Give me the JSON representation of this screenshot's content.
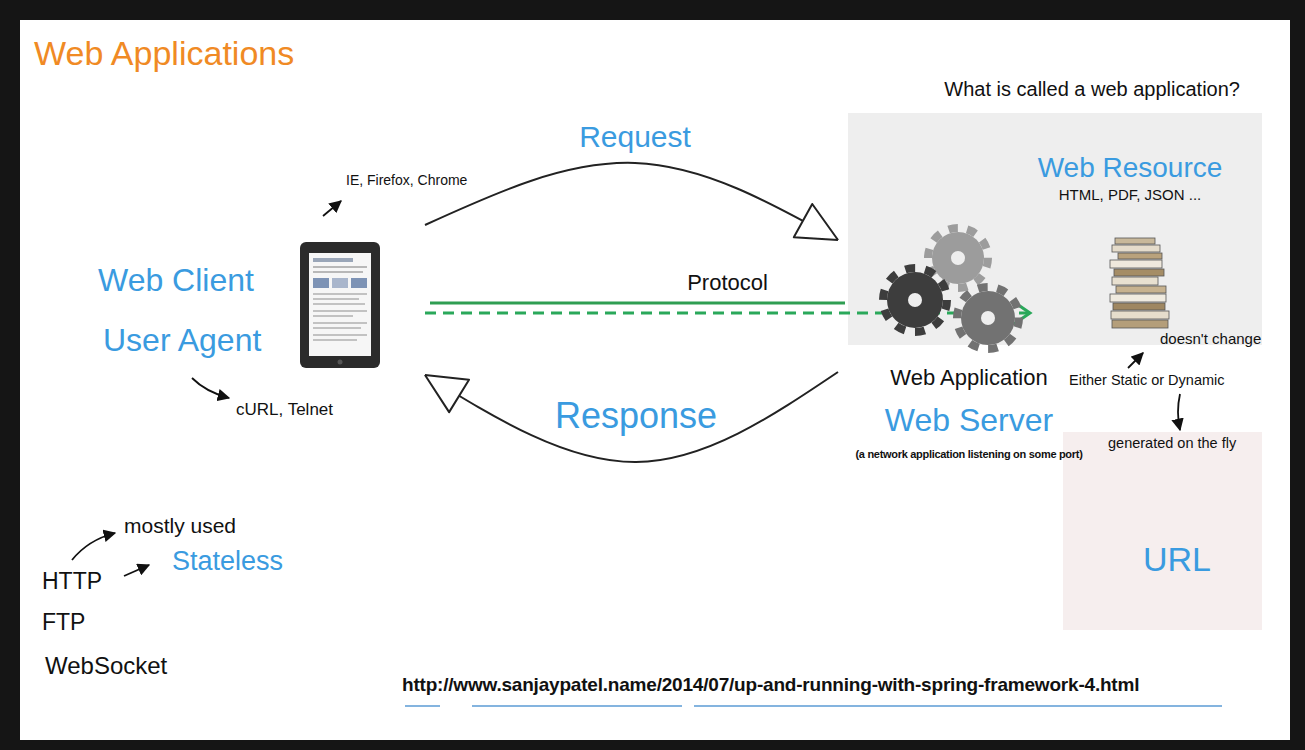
{
  "diagram": {
    "title": "Web Applications",
    "nodes": [
      {
        "text": [
          "Web Client",
          "User Agent"
        ]
      },
      {
        "text": [
          "Web Application",
          "Web Server",
          "(a network application listening on some port)"
        ]
      },
      {
        "text": [
          "Web Resource",
          "HTML, PDF, JSON ..."
        ]
      }
    ],
    "edges": [
      {
        "from": 0,
        "to": 1,
        "label": "Request",
        "arrow": "to"
      },
      {
        "from": 1,
        "to": 0,
        "label": "Response",
        "arrow": "to"
      },
      {
        "from": 0,
        "to": 2,
        "label": "Protocol",
        "arrow": "to"
      }
    ],
    "labels": [
      "What is called a web application?",
      "IE, Firefox, Chrome",
      "cURL, Telnet",
      "doesn't change",
      "Either Static or Dynamic",
      "generated on the fly",
      "URL",
      "mostly used",
      "Stateless",
      "HTTP",
      "FTP",
      "WebSocket",
      "http://www.sanjaypatel.name/2014/07/up-and-running-with-spring-framework-4.html"
    ]
  }
}
